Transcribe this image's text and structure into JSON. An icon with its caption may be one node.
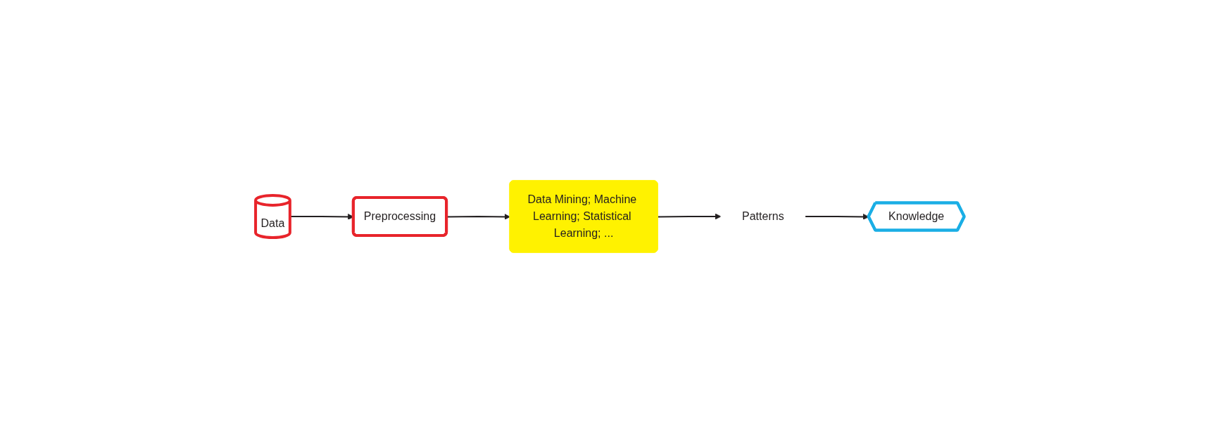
{
  "diagram": {
    "nodes": [
      {
        "text": [
          "Data"
        ]
      },
      {
        "text": [
          "Preprocessing"
        ]
      },
      {
        "text": [
          "Data Mining; Machine Learning; Statistical Learning; ..."
        ]
      },
      {
        "text": [
          "Patterns"
        ]
      },
      {
        "text": [
          "Knowledge"
        ]
      }
    ],
    "edges": [
      {
        "from": 0,
        "to": 1,
        "arrow": "to"
      },
      {
        "from": 1,
        "to": 2,
        "arrow": "to"
      },
      {
        "from": 2,
        "to": 3,
        "arrow": "to"
      },
      {
        "from": 3,
        "to": 4,
        "arrow": "to"
      }
    ]
  }
}
